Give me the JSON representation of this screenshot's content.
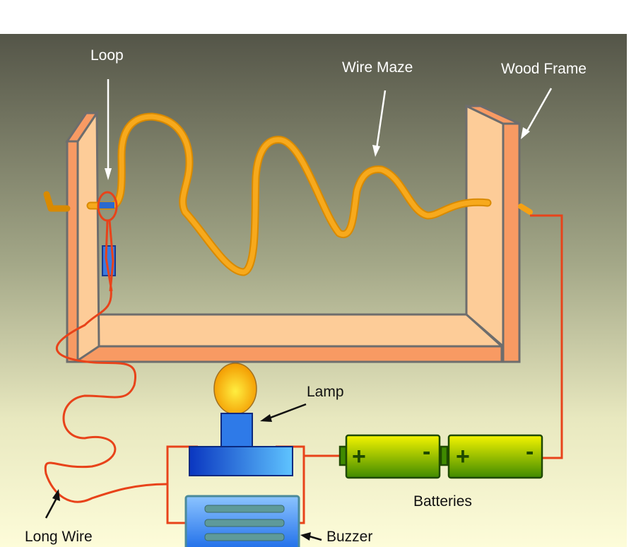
{
  "labels": {
    "loop": "Loop",
    "wire_maze": "Wire Maze",
    "wood_frame": "Wood Frame",
    "lamp": "Lamp",
    "batteries": "Batteries",
    "long_wire": "Long Wire",
    "buzzer": "Buzzer"
  },
  "battery_signs": {
    "plus": "+",
    "minus": "-"
  },
  "colors": {
    "wire_maze": "#f5a114",
    "red_wire": "#e8431a",
    "frame_face": "#f89a63",
    "frame_side": "#fdcc98",
    "battery": "#9ccc00",
    "lamp_base": "#1c5fd8"
  }
}
